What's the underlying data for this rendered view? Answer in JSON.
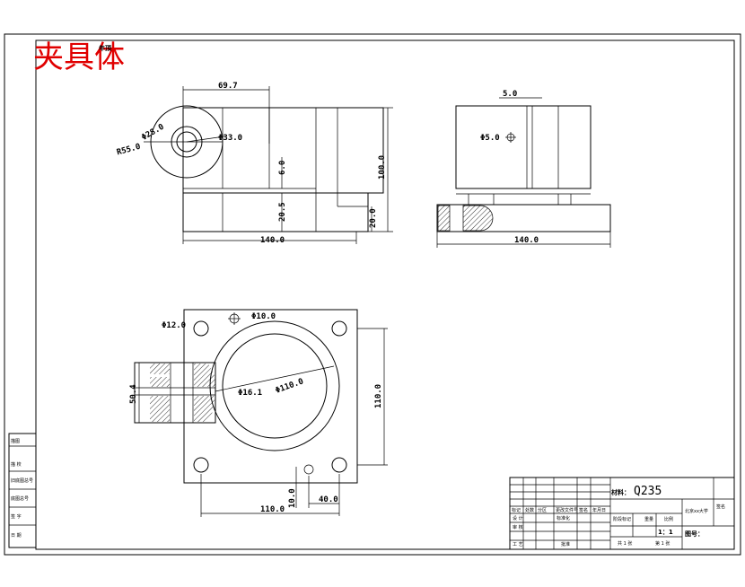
{
  "drawing": {
    "title_handwritten": "夹具体",
    "corner_tag": "年顶",
    "front_view": {
      "dim_width_top": "69.7",
      "dim_d28": "Φ28.0",
      "dim_r55": "R55.0",
      "dim_d33": "Φ33.0",
      "dim_gap": "6.0",
      "dim_h205": "20.5",
      "dim_h100": "100.0",
      "dim_h20": "20.0",
      "dim_len": "140.0"
    },
    "side_view": {
      "dim_slot": "5.0",
      "dim_d5": "Φ5.0",
      "dim_len": "140.0"
    },
    "top_view": {
      "dim_d12": "Φ12.0",
      "dim_d10": "Φ10.0",
      "dim_504": "50.4",
      "dim_d161": "Φ16.1",
      "dim_d110": "Φ110.0",
      "dim_110v": "110.0",
      "dim_10": "10.0",
      "dim_40": "40.0",
      "dim_110h": "110.0"
    },
    "left_strip": {
      "labels": [
        "描图",
        "描 校",
        "旧底图总号",
        "底图总号",
        "签 字",
        "日 期"
      ]
    },
    "title_block": {
      "material_label": "材料：",
      "material_value": "Q235",
      "company": "北京xx大学",
      "drawing_no": "图号：",
      "scale": "1：1",
      "sheet_total": "共 1 张",
      "sheet_no": "第 1 张",
      "header_cells": [
        "标记",
        "处数",
        "分区",
        "更改文件号",
        "签名",
        "年月日"
      ],
      "rows": [
        "设 计",
        "标准化",
        "审 核",
        "工 艺",
        "批准"
      ],
      "stage_labels": [
        "阶段标记",
        "重量",
        "比例"
      ],
      "misc": "签名"
    }
  }
}
